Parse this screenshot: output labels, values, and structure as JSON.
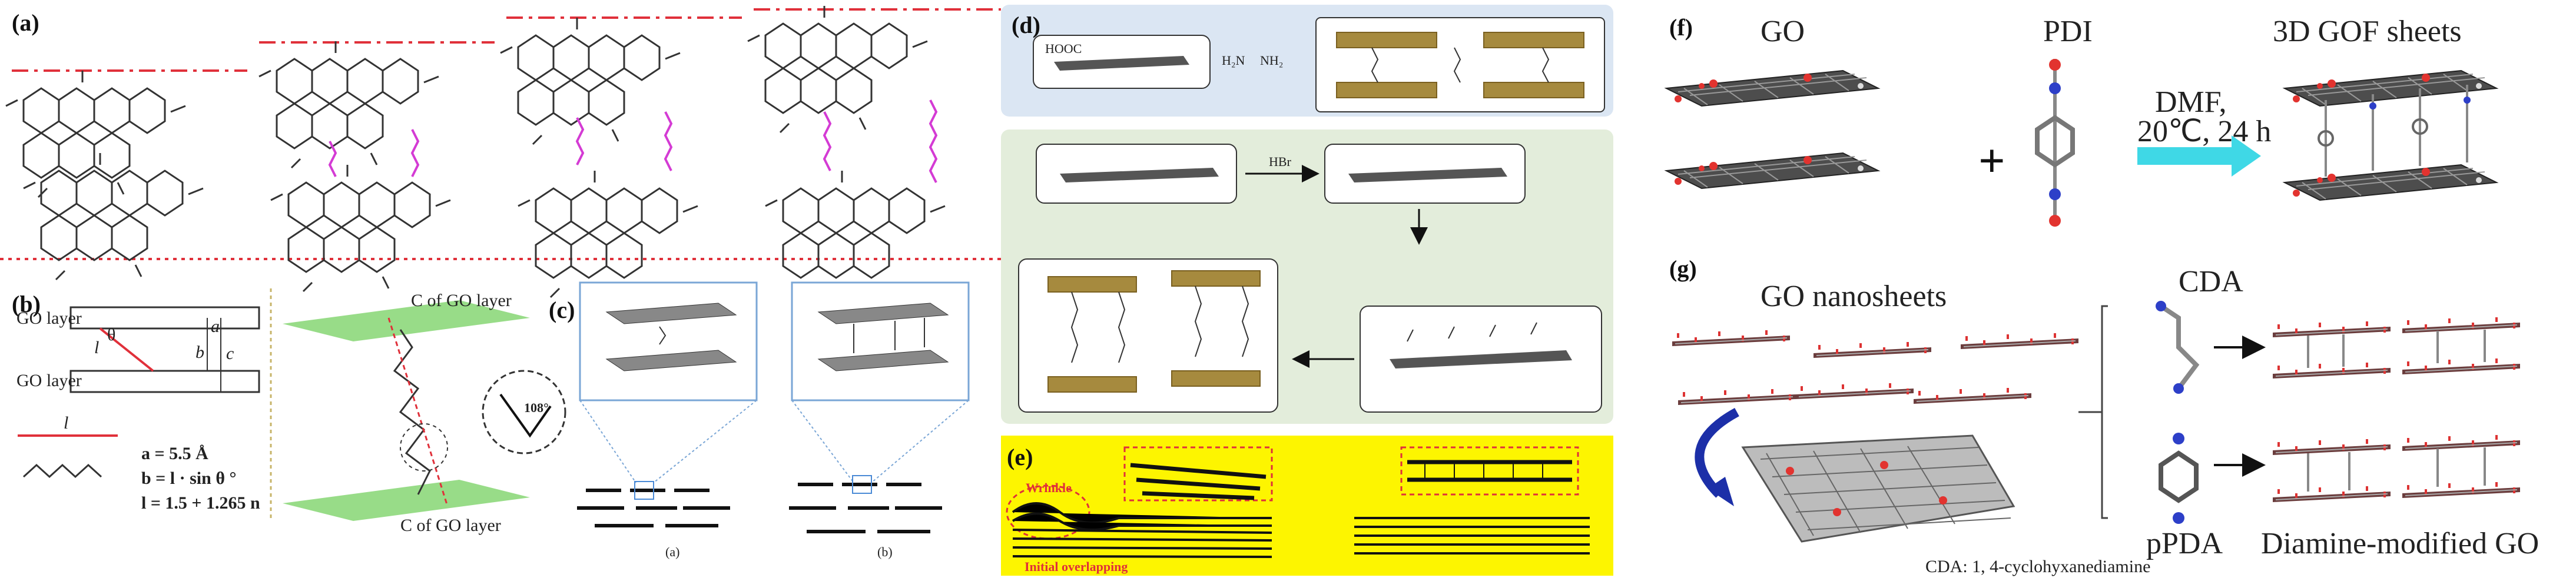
{
  "panels": {
    "a": {
      "label": "(a)"
    },
    "b": {
      "label": "(b)",
      "go_layer_top": "GO layer",
      "go_layer_bottom": "GO layer",
      "dim_a": "a",
      "dim_b": "b",
      "dim_c": "c",
      "theta": "θ",
      "l_label": "l",
      "l_legend": "l",
      "eq1": "a = 5.5 Å",
      "eq2": "b = l · sin θ °",
      "eq3": "l = 1.5 + 1.265 n",
      "c_top": "C of GO layer",
      "c_bottom": "C of GO layer",
      "angle": "108°"
    },
    "c": {
      "label": "(c)",
      "sub_a": "(a)",
      "sub_b": "(b)"
    },
    "d": {
      "label": "(d)",
      "hbr": "HBr",
      "go_formula": "HOOC",
      "diamine": "H₂N",
      "diamine_end": "NH₂"
    },
    "e": {
      "label": "(e)",
      "wrinkle": "Wrinkle",
      "overlap": "Initial overlapping"
    },
    "f": {
      "label": "(f)",
      "go": "GO",
      "pdi": "PDI",
      "product": "3D GOF sheets",
      "cond1": "DMF,",
      "cond2": "20℃, 24 h",
      "plus": "+"
    },
    "g": {
      "label": "(g)",
      "go_nanosheets": "GO nanosheets",
      "cda": "CDA",
      "ppda": "pPDA",
      "modified": "Diamine-modified GO",
      "cda_full": "CDA: 1, 4-cyclohyxanediamine"
    }
  },
  "colors": {
    "panel_d_top_bg": "#dbe6f3",
    "panel_d_mid_bg": "#e3eddb",
    "panel_e_bg": "#fdf500",
    "red_dash": "#e0303a",
    "linker_magenta": "#d43bd4",
    "arrow_cyan": "#3fd8e6",
    "arrow_blue": "#1c2fa8"
  }
}
